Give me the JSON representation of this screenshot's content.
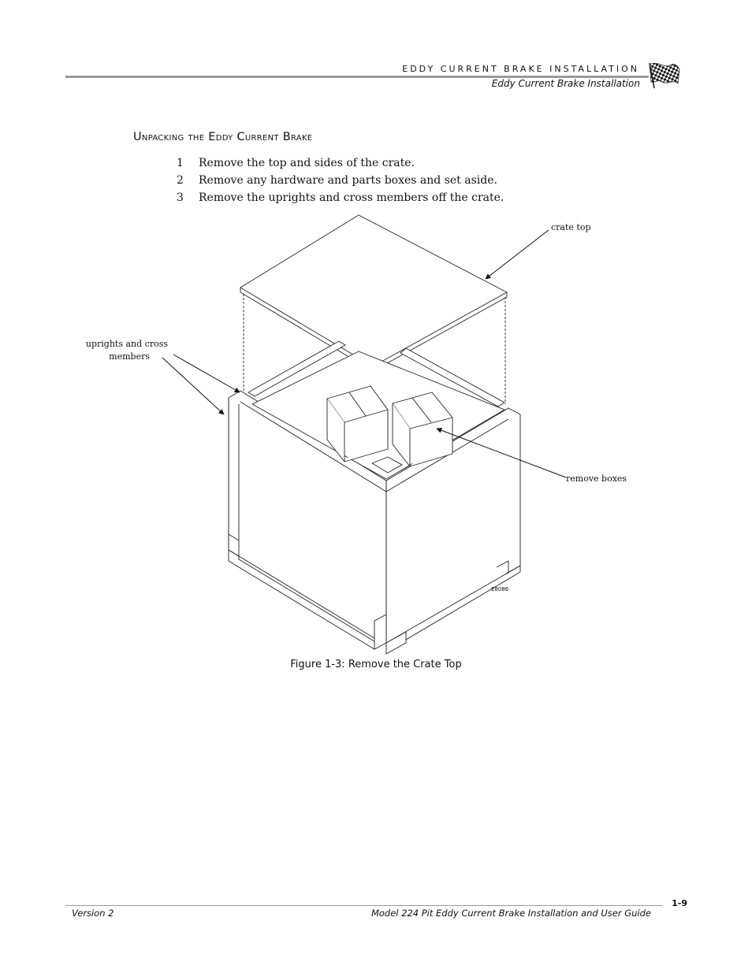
{
  "header": {
    "chapter": "EDDY CURRENT BRAKE INSTALLATION",
    "section": "Eddy Current Brake Installation",
    "logo_icon": "checkered-flag-icon"
  },
  "section": {
    "title": "Unpacking the Eddy Current Brake"
  },
  "steps": [
    {
      "number": "1",
      "text": "Remove the top and sides of the crate."
    },
    {
      "number": "2",
      "text": "Remove any hardware and parts boxes and set aside."
    },
    {
      "number": "3",
      "text": "Remove the uprights and cross members off the crate."
    }
  ],
  "figure": {
    "callouts": {
      "crate_top": "crate top",
      "uprights_line1": "uprights and cross",
      "uprights_line2": "members",
      "remove_boxes": "remove boxes"
    },
    "code": "E8086",
    "caption": "Figure 1-3: Remove the Crate Top"
  },
  "footer": {
    "version": "Version 2",
    "title": "Model 224 Pit Eddy Current Brake Installation and User Guide",
    "page": "1-9"
  }
}
